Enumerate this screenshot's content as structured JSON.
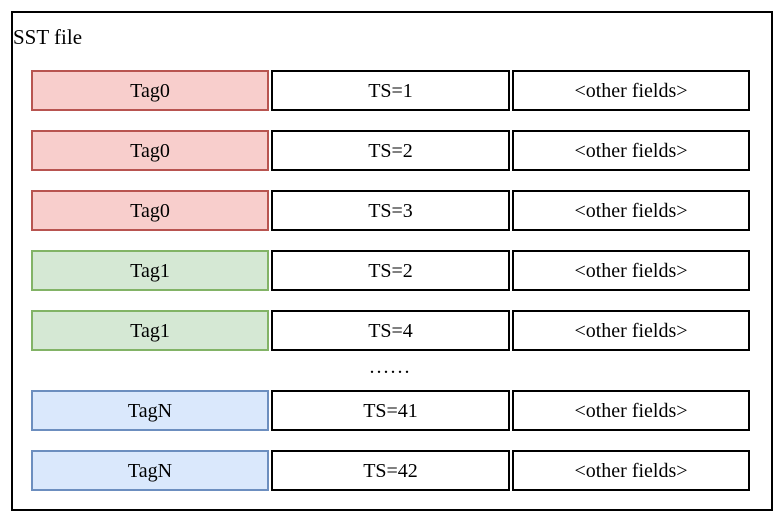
{
  "diagram": {
    "title": "SST file",
    "ellipsis": "......",
    "colors": {
      "red": {
        "fill": "#f8cecc",
        "stroke": "#b85450"
      },
      "green": {
        "fill": "#d5e8d4",
        "stroke": "#82b366"
      },
      "blue": {
        "fill": "#dae8fc",
        "stroke": "#6c8ebf"
      }
    },
    "rows": [
      {
        "tag": "Tag0",
        "ts": "TS=1",
        "fields": "<other fields>",
        "color": "red"
      },
      {
        "tag": "Tag0",
        "ts": "TS=2",
        "fields": "<other fields>",
        "color": "red"
      },
      {
        "tag": "Tag0",
        "ts": "TS=3",
        "fields": "<other fields>",
        "color": "red"
      },
      {
        "tag": "Tag1",
        "ts": "TS=2",
        "fields": "<other fields>",
        "color": "green"
      },
      {
        "tag": "Tag1",
        "ts": "TS=4",
        "fields": "<other fields>",
        "color": "green"
      },
      {
        "tag": "TagN",
        "ts": "TS=41",
        "fields": "<other fields>",
        "color": "blue"
      },
      {
        "tag": "TagN",
        "ts": "TS=42",
        "fields": "<other fields>",
        "color": "blue"
      }
    ]
  }
}
